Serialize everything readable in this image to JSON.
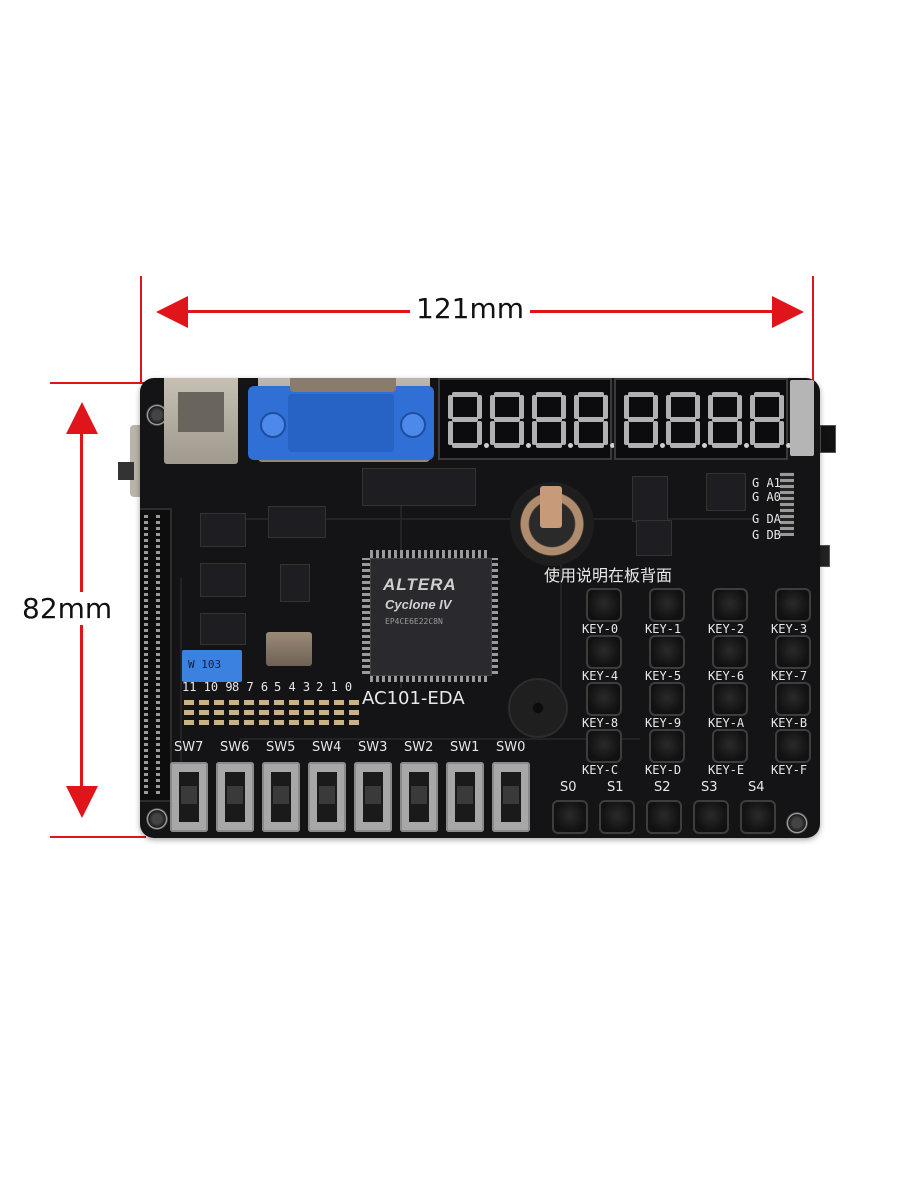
{
  "dimensions": {
    "width_label": "121mm",
    "height_label": "82mm"
  },
  "board": {
    "model": "AC101-EDA",
    "chip_brand": "ALTERA",
    "chip_family": "Cyclone IV",
    "chip_part": "EP4CE6E22C8N",
    "pot_label": "W 103",
    "note_cn": "使用说明在板背面",
    "gpio_labels": [
      "G A1",
      "G A0",
      "G DA",
      "G DB"
    ],
    "switch_index_labels": [
      "11 10 9",
      "8 7 6",
      "5 4 3",
      "2 1 0"
    ],
    "keypad_labels": [
      "KEY-0",
      "KEY-1",
      "KEY-2",
      "KEY-3",
      "KEY-4",
      "KEY-5",
      "KEY-6",
      "KEY-7",
      "KEY-8",
      "KEY-9",
      "KEY-A",
      "KEY-B",
      "KEY-C",
      "KEY-D",
      "KEY-E",
      "KEY-F"
    ],
    "switch_labels": [
      "SW7",
      "SW6",
      "SW5",
      "SW4",
      "SW3",
      "SW2",
      "SW1",
      "SW0"
    ],
    "button_labels": [
      "S0",
      "S1",
      "S2",
      "S3",
      "S4"
    ],
    "colors": {
      "pcb": "#141416",
      "vga_connector": "#2f6fd6",
      "annotation": "#e0141b"
    }
  }
}
